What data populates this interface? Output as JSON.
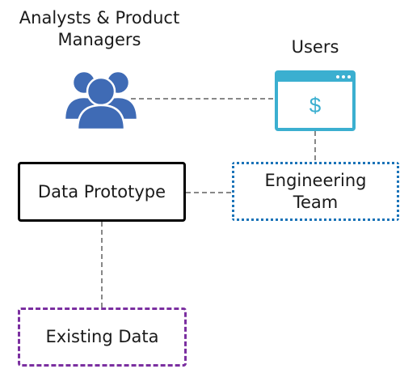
{
  "nodes": {
    "analysts": {
      "label": "Analysts & Product\nManagers",
      "icon": "people-group-icon",
      "color": "#3f6bb5"
    },
    "users": {
      "label": "Users",
      "icon": "browser-dollar-icon",
      "color": "#3bafd0"
    },
    "data_prototype": {
      "label": "Data Prototype",
      "border_color": "#000000"
    },
    "engineering_team": {
      "label": "Engineering\nTeam",
      "border_color": "#1a73b8"
    },
    "existing_data": {
      "label": "Existing Data",
      "border_color": "#7b2fa0"
    }
  },
  "users_icon_glyph": "$",
  "connector_color": "#888888"
}
